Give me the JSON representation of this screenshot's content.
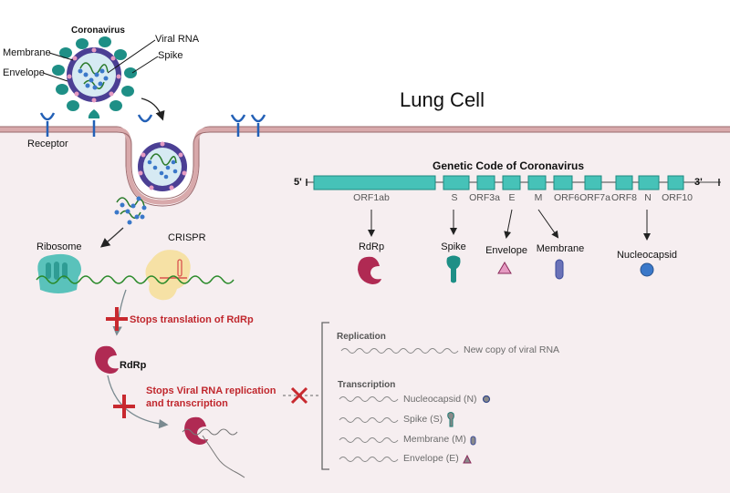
{
  "title": "Lung Cell",
  "virus": {
    "title": "Coronavirus",
    "labels": {
      "membrane": "Membrane",
      "envelope": "Envelope",
      "viral_rna": "Viral RNA",
      "spike": "Spike"
    }
  },
  "receptor_label": "Receptor",
  "ribosome_label": "Ribosome",
  "crispr_label": "CRISPR",
  "rdrp_label": "RdRp",
  "blocks": {
    "translation": "Stops translation of RdRp",
    "replication_line1": "Stops Viral RNA replication",
    "replication_line2": "and transcription"
  },
  "genome": {
    "title": "Genetic Code of Coronavirus",
    "five_prime": "5'",
    "three_prime": "3'",
    "orfs": [
      "ORF1ab",
      "S",
      "ORF3a",
      "E",
      "M",
      "ORF6",
      "ORF7a",
      "ORF8",
      "N",
      "ORF10"
    ],
    "proteins": [
      "RdRp",
      "Spike",
      "Envelope",
      "Membrane",
      "Nucleocapsid"
    ]
  },
  "outcomes": {
    "replication_heading": "Replication",
    "replication_item": "New copy of viral RNA",
    "transcription_heading": "Transcription",
    "transcription_items": [
      "Nucleocapsid (N)",
      "Spike (S)",
      "Membrane (M)",
      "Envelope (E)"
    ]
  },
  "colors": {
    "cell_fill": "#f6eef0",
    "membrane": "#d8a9ab",
    "membrane_edge": "#9a6a6e",
    "teal": "#46c2b8",
    "teal_dark": "#1f8a80",
    "spike": "#1e8f86",
    "capsid_purple": "#4b3f94",
    "rna_green": "#2a7a2a",
    "nucleo_blue": "#3a78c9",
    "rdrp": "#b02a53",
    "block_red": "#c8292f",
    "envelope_pink": "#e59ac2",
    "membrane_protein": "#6a72b8",
    "receptor_blue": "#2360b6"
  }
}
